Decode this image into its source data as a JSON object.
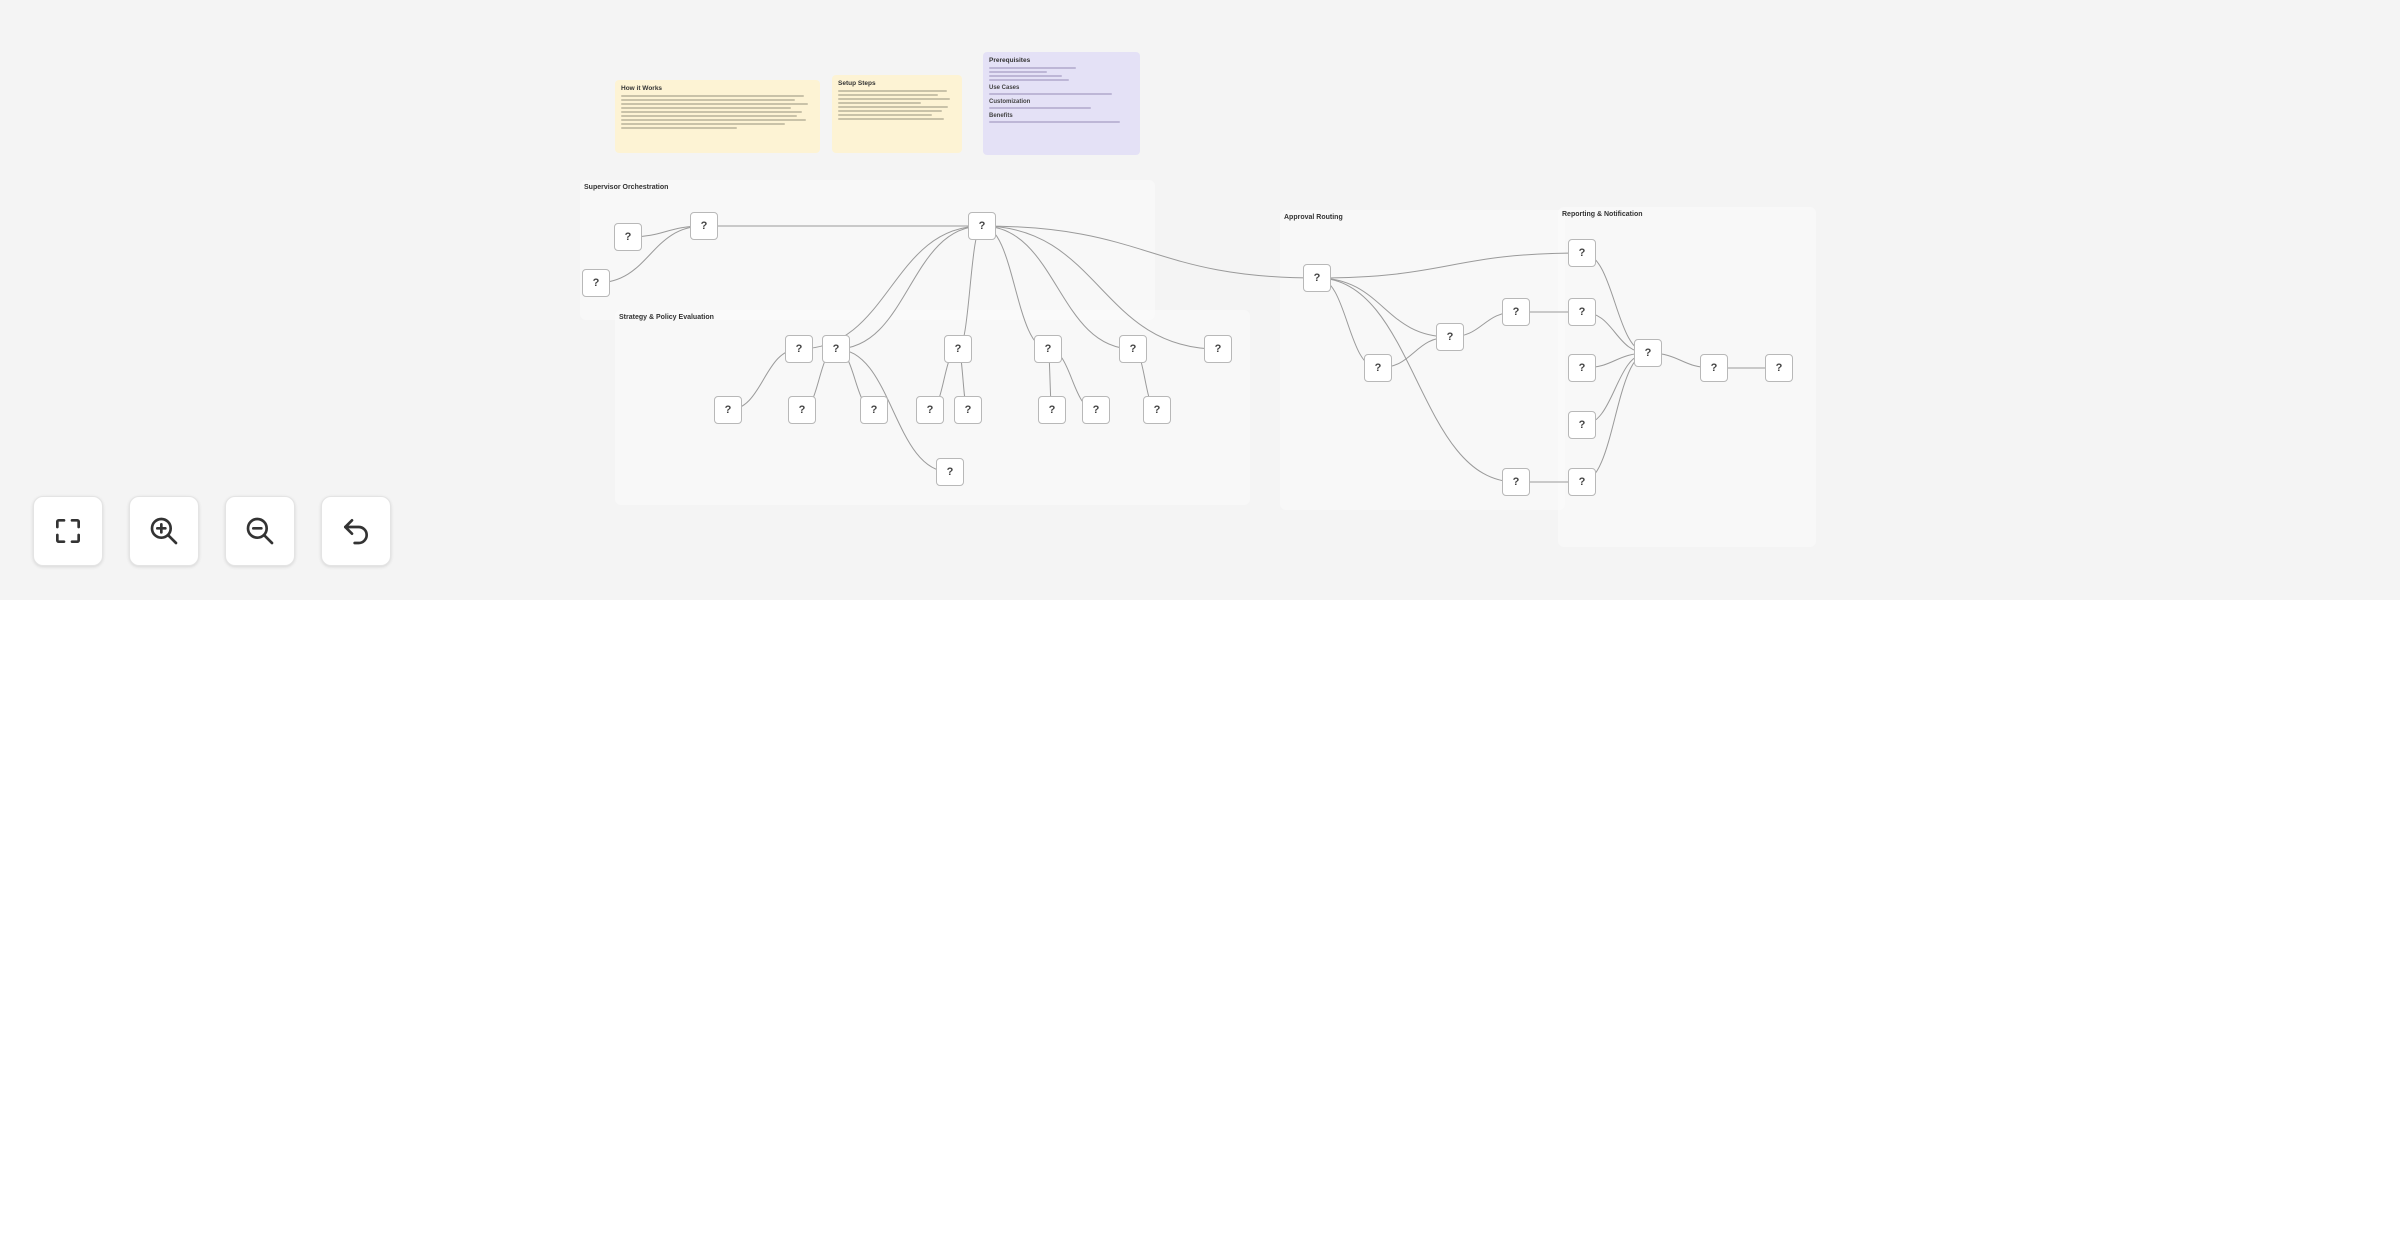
{
  "notes": [
    {
      "title": "How it Works",
      "lines": 9
    },
    {
      "title": "Setup Steps",
      "lines": 7
    },
    {
      "title": "Prerequisites",
      "sections": [
        "Use Cases",
        "Customization",
        "Benefits"
      ]
    }
  ],
  "groups": [
    {
      "title": "Supervisor Orchestration"
    },
    {
      "title": "Strategy & Policy Evaluation"
    },
    {
      "title": "Approval Routing"
    },
    {
      "title": "Reporting & Notification"
    }
  ],
  "node_symbol": "?",
  "controls": [
    {
      "name": "fit-view",
      "icon": "fullscreen-icon"
    },
    {
      "name": "zoom-in",
      "icon": "zoom-in-icon"
    },
    {
      "name": "zoom-out",
      "icon": "zoom-out-icon"
    },
    {
      "name": "reset",
      "icon": "undo-icon"
    }
  ],
  "colors": {
    "canvas": "#f4f4f4",
    "note_yellow": "#fdf3d4",
    "note_purple": "#e4e1f6",
    "edge": "#9a9a9a"
  }
}
